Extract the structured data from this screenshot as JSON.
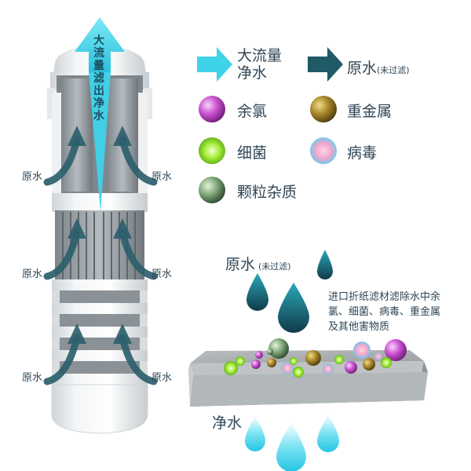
{
  "legend": {
    "clean_flow": "大流量净水",
    "raw_water": "原水",
    "raw_water_note": "(未过滤)",
    "items": [
      "余氯",
      "重金属",
      "细菌",
      "病毒",
      "颗粒杂质"
    ]
  },
  "filter": {
    "vertical_label": [
      "大",
      "流",
      "量",
      "滤",
      "出",
      "净",
      "水"
    ],
    "side_labels": [
      "原水",
      "原水",
      "原水",
      "原水",
      "原水",
      "原水"
    ]
  },
  "detail": {
    "raw_title": "原水",
    "raw_note": "(未过滤)",
    "description": "进口折纸滤材滤除水中余氯、细菌、病毒、重金属及其他害物质",
    "clean_title": "净水"
  },
  "colors": {
    "cyan_arrow": "#3fd3ea",
    "dark_arrow": "#1f5a66",
    "chlorine": "#c24ec9",
    "heavy_metal": "#a8862a",
    "bacteria": "#8fe02b",
    "virus": "#7fc3e8",
    "particle": "#6a9a6a"
  }
}
